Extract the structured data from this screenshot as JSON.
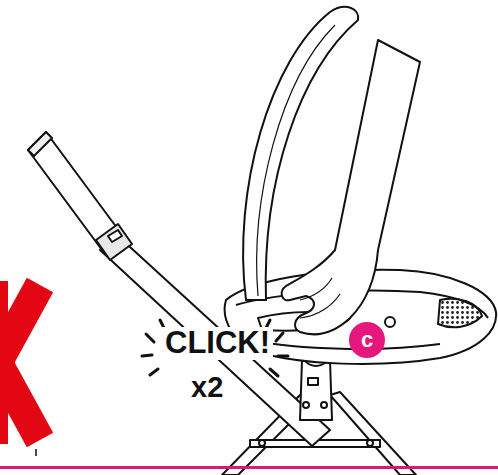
{
  "diagram": {
    "nodes": [
      {
        "text": [
          "c"
        ]
      }
    ],
    "labels": [
      "CLICK!",
      "x2"
    ]
  }
}
